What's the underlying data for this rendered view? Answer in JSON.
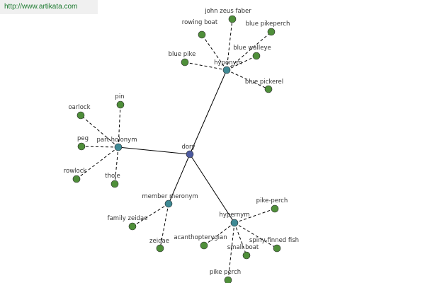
{
  "watermark": {
    "url": "http://www.artikata.com"
  },
  "colors": {
    "root_node": "#4c5aa0",
    "hub_node": "#3f8a95",
    "leaf_node": "#4f8f3a",
    "edge": "#000000",
    "label": "#333333"
  },
  "graph": {
    "root": {
      "id": "dory",
      "label": "dory"
    },
    "hubs": [
      {
        "id": "hyponym",
        "label": "hyponym",
        "leaves": [
          "rowing boat",
          "john zeus faber",
          "blue pikeperch",
          "blue walleye",
          "blue pike",
          "blue pickerel"
        ]
      },
      {
        "id": "part-holonym",
        "label": "part holonym",
        "leaves": [
          "oarlock",
          "pin",
          "peg",
          "rowlock",
          "thole"
        ]
      },
      {
        "id": "member-meronym",
        "label": "member meronym",
        "leaves": [
          "family zeidae",
          "zeidae"
        ]
      },
      {
        "id": "hypernym",
        "label": "hypernym",
        "leaves": [
          "pike-perch",
          "acanthopterygian",
          "spiny-finned fish",
          "small boat",
          "pike perch"
        ]
      }
    ]
  }
}
